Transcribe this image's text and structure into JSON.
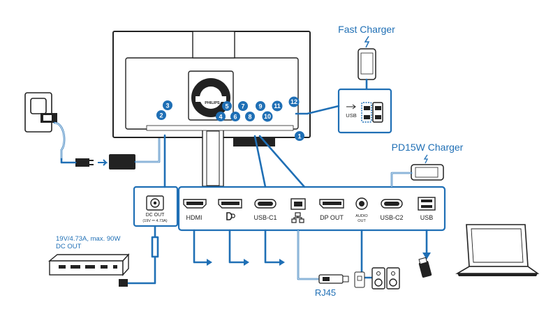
{
  "titles": {
    "fast_charger": "Fast Charger",
    "pd_charger": "PD15W Charger",
    "rj45": "RJ45",
    "power_spec": "19V/4.73A, max. 90W",
    "power_dc_out": "DC OUT"
  },
  "monitor": {
    "brand": "PHILIPS"
  },
  "dcout_panel": {
    "label": "DC OUT",
    "spec": "(19V ⎓ 4.73A)"
  },
  "ports": [
    {
      "label": "HDMI"
    },
    {
      "label": "DP"
    },
    {
      "label": "USB-C1"
    },
    {
      "label": ""
    },
    {
      "label": "DP OUT"
    },
    {
      "label": "AUDIO\nOUT"
    },
    {
      "label": "USB-C2"
    },
    {
      "label": "USB"
    }
  ],
  "side_usb": {
    "label": "USB"
  },
  "badges": [
    "1",
    "2",
    "3",
    "4",
    "5",
    "6",
    "7",
    "8",
    "9",
    "10",
    "11",
    "12"
  ],
  "colors": {
    "accent": "#1f6fb5",
    "outline": "#222222"
  }
}
